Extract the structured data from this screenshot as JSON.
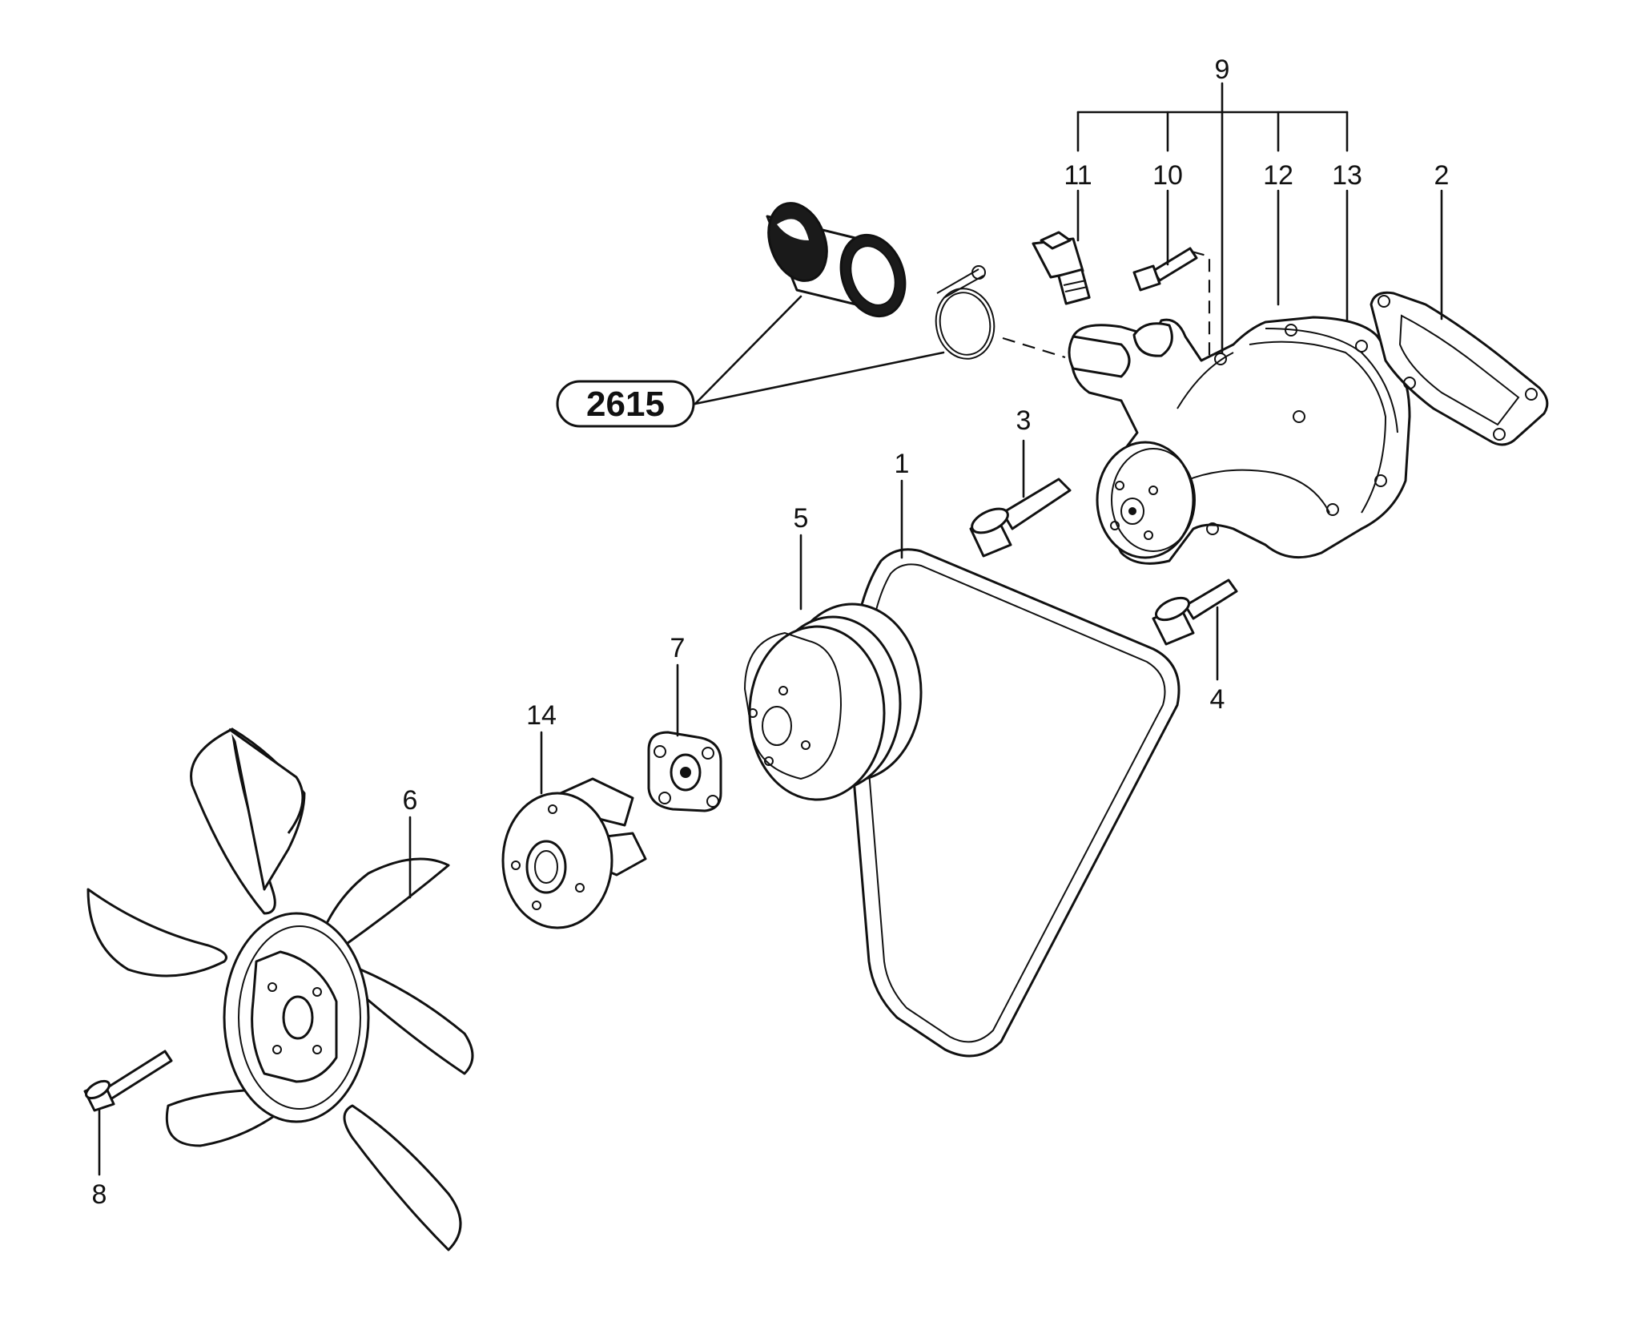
{
  "diagram": {
    "reference_badge": "2615",
    "callouts": {
      "c1": "1",
      "c2": "2",
      "c3": "3",
      "c4": "4",
      "c5": "5",
      "c6": "6",
      "c7": "7",
      "c8": "8",
      "c9": "9",
      "c10": "10",
      "c11": "11",
      "c12": "12",
      "c13": "13",
      "c14": "14"
    }
  }
}
